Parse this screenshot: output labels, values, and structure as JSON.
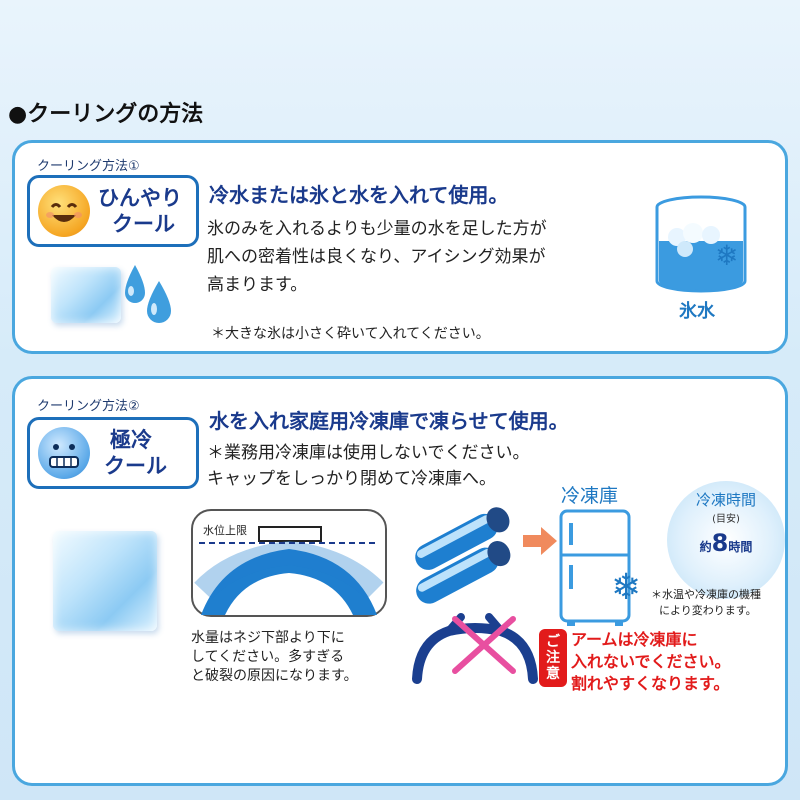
{
  "page": {
    "title": "●クーリングの方法"
  },
  "method1": {
    "label": "クーリング方法①",
    "badge_line1": "ひんやり",
    "badge_line2": "クール",
    "heading": "冷水または氷と水を入れて使用。",
    "body_line1": "氷のみを入れるよりも少量の水を足した方が",
    "body_line2": "肌への密着性は良くなり、アイシング効果が",
    "body_line3": "高まります。",
    "note": "＊大きな氷は小さく砕いて入れてください。",
    "cup_caption": "氷水"
  },
  "method2": {
    "label": "クーリング方法②",
    "badge_line1": "極冷",
    "badge_line2": "クール",
    "heading": "水を入れ家庭用冷凍庫で凍らせて使用。",
    "body_line1": "＊業務用冷凍庫は使用しないでください。",
    "body_line2": "キャップをしっかり閉めて冷凍庫へ。",
    "water_level_label": "水位上限",
    "water_note_line1": "水量はネジ下部より下に",
    "water_note_line2": "してください。多すぎる",
    "water_note_line3": "と破裂の原因になります。",
    "freezer_label": "冷凍庫",
    "freeze_time_title": "冷凍時間",
    "freeze_time_sub": "(目安)",
    "freeze_time_value_prefix": "約",
    "freeze_time_value_num": "8",
    "freeze_time_value_suffix": "時間",
    "freeze_note_line1": "＊水温や冷凍庫の機種",
    "freeze_note_line2": "により変わります。",
    "caution_label": [
      "ご",
      "注",
      "意"
    ],
    "warn_line1": "アームは冷凍庫に",
    "warn_line2": "入れないでください。",
    "warn_line3": "割れやすくなります。"
  },
  "colors": {
    "panel_border": "#4aa7df",
    "heading": "#1a3a8c",
    "accent_blue": "#1e78c2",
    "warning_red": "#e21b1b"
  },
  "icons": [
    "smiling-face-icon",
    "cold-face-icon",
    "ice-cube-icon",
    "water-drop-icon",
    "snowflake-icon",
    "freezer-icon",
    "arrow-right-icon",
    "cross-mark-icon"
  ]
}
